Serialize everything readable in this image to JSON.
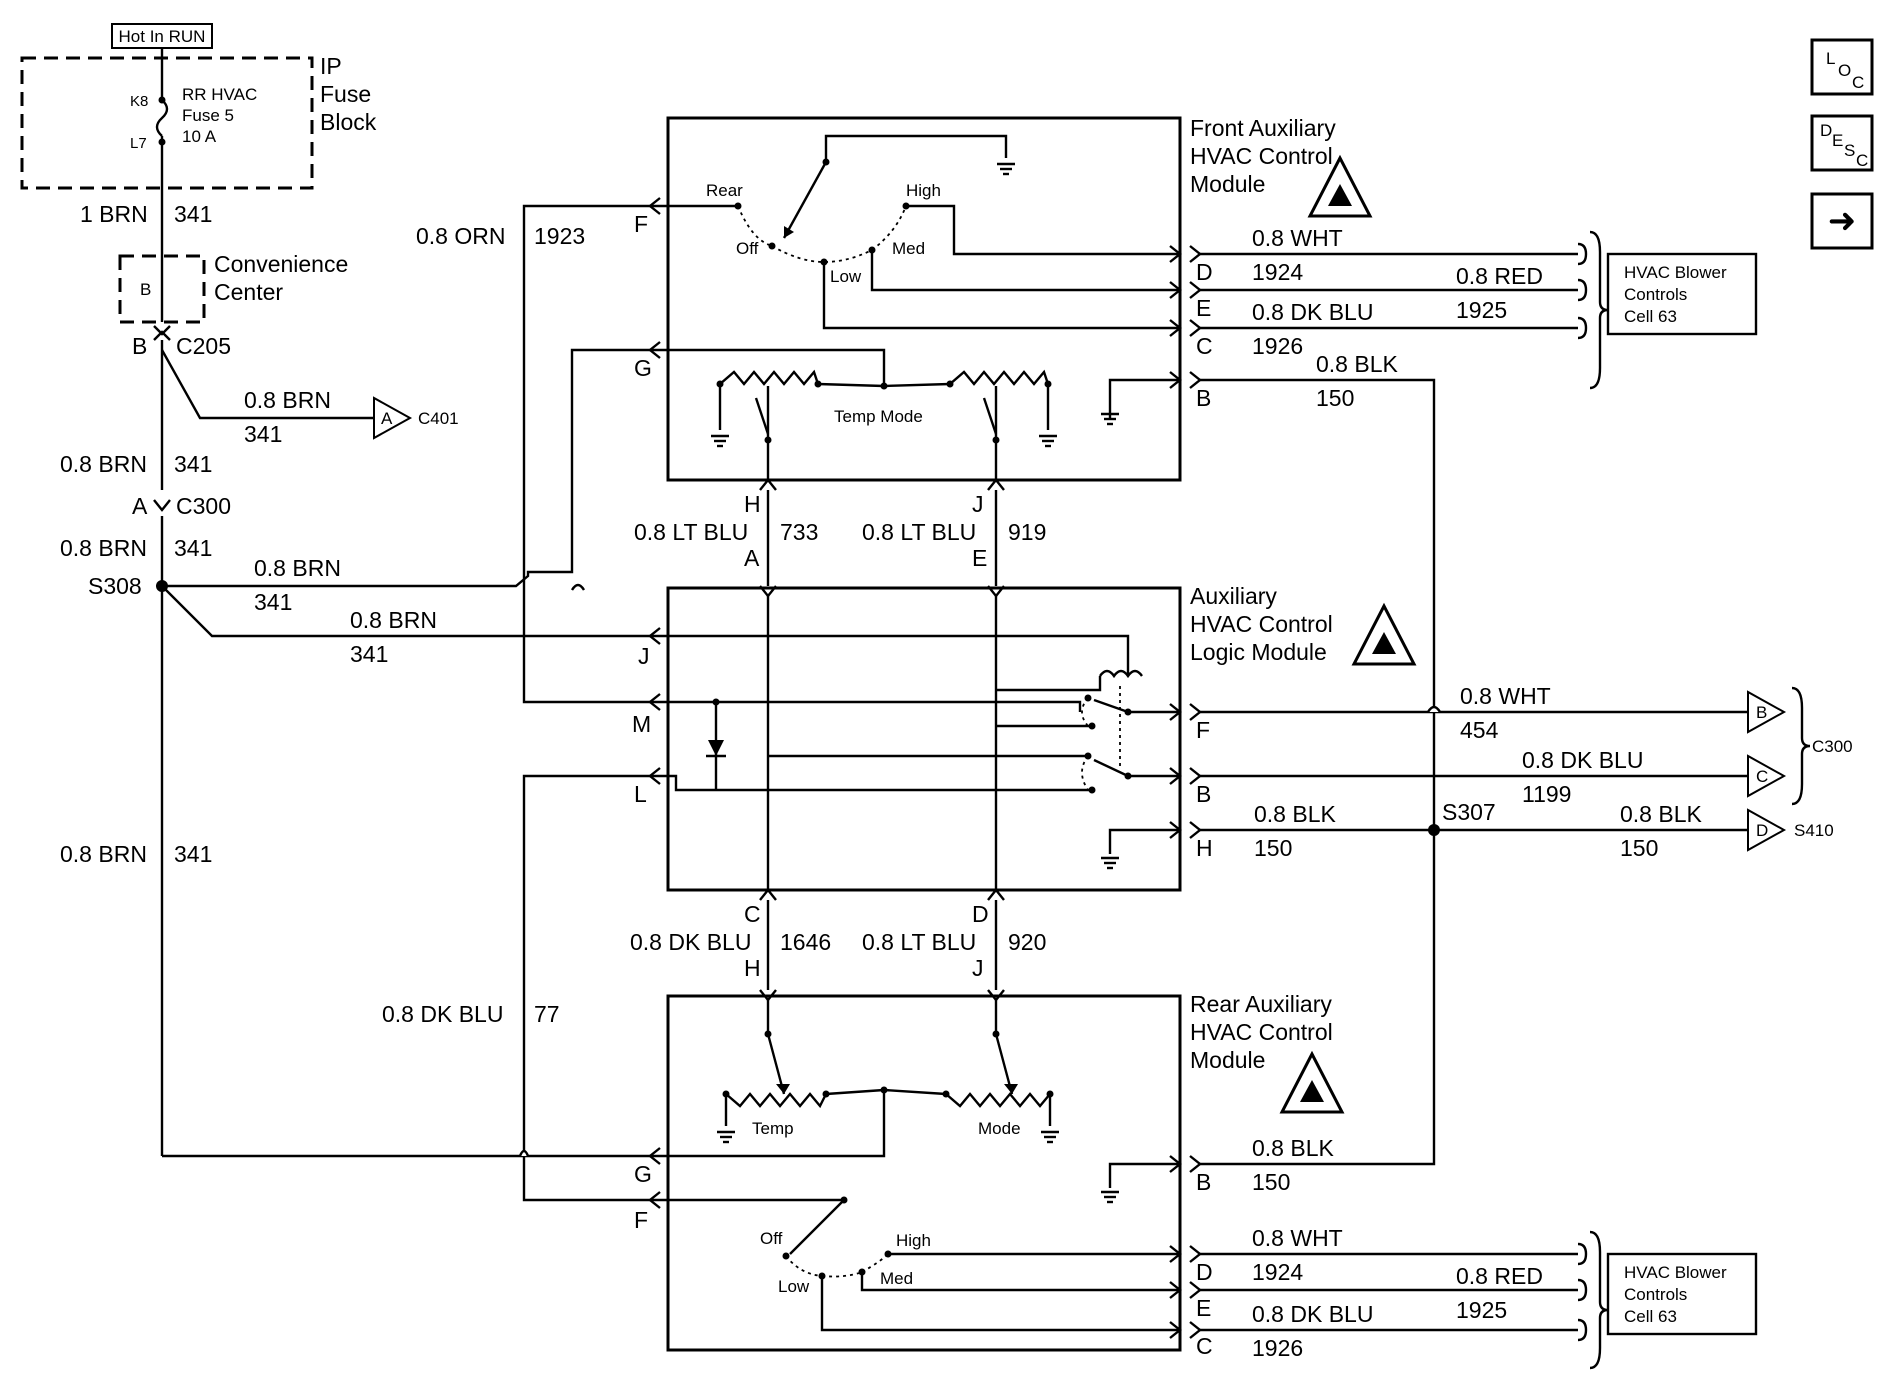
{
  "hot_in_run": "Hot In RUN",
  "fuse_block": {
    "title_lines": [
      "IP",
      "Fuse",
      "Block"
    ],
    "fuse_lines": [
      "RR HVAC",
      "Fuse 5",
      "10 A"
    ],
    "pin_k8": "K8",
    "pin_l7": "L7"
  },
  "convenience_center": {
    "title_lines": [
      "Convenience",
      "Center"
    ],
    "pin": "B"
  },
  "left_bus": {
    "w1_gauge": "1 BRN",
    "w1_circuit": "341",
    "c205_pin": "B",
    "c205": "C205",
    "c401_gauge": "0.8 BRN",
    "c401_circuit": "341",
    "c401_pin": "A",
    "c401": "C401",
    "w2_gauge": "0.8 BRN",
    "w2_circuit": "341",
    "c300_pin": "A",
    "c300": "C300",
    "w3_gauge": "0.8 BRN",
    "w3_circuit": "341",
    "splice": "S308",
    "w4_gauge": "0.8 BRN",
    "w4_circuit": "341",
    "w5_gauge": "0.8 BRN",
    "w5_circuit": "341",
    "w6_gauge": "0.8 BRN",
    "w6_circuit": "341"
  },
  "front_module": {
    "title_lines": [
      "Front Auxiliary",
      "HVAC Control",
      "Module"
    ],
    "pin_f": "F",
    "pin_g": "G",
    "pin_d": "D",
    "pin_e": "E",
    "pin_c": "C",
    "pin_b": "B",
    "sw_rear": "Rear",
    "sw_off": "Off",
    "sw_low": "Low",
    "sw_med": "Med",
    "sw_high": "High",
    "temp_mode": "Temp Mode",
    "orn_gauge": "0.8 ORN",
    "orn_circuit": "1923",
    "d_gauge": "0.8 WHT",
    "d_circuit": "1924",
    "e_gauge": "0.8 RED",
    "e_circuit": "1925",
    "c_gauge": "0.8 DK BLU",
    "c_circuit": "1926",
    "b_gauge": "0.8 BLK",
    "b_circuit": "150",
    "blower_ref_lines": [
      "HVAC Blower",
      "Controls",
      "Cell 63"
    ]
  },
  "mid_connectors": {
    "h_pin": "H",
    "h_gauge": "0.8 LT BLU",
    "h_circuit": "733",
    "a_pin": "A",
    "j_pin": "J",
    "j_gauge": "0.8 LT BLU",
    "j_circuit": "919",
    "e_pin": "E",
    "c_pin": "C",
    "c_gauge": "0.8 DK BLU",
    "c_circuit": "1646",
    "h2_pin": "H",
    "d_pin": "D",
    "d_gauge": "0.8 LT BLU",
    "d_circuit": "920",
    "j2_pin": "J"
  },
  "logic_module": {
    "title_lines": [
      "Auxiliary",
      "HVAC Control",
      "Logic Module"
    ],
    "pin_j": "J",
    "pin_m": "M",
    "pin_l": "L",
    "pin_f": "F",
    "pin_b": "B",
    "pin_h": "H",
    "f_gauge": "0.8 WHT",
    "f_circuit": "454",
    "b_gauge": "0.8 DK BLU",
    "b_circuit": "1199",
    "h_gauge": "0.8 BLK",
    "h_circuit": "150",
    "splice": "S307",
    "s410_gauge": "0.8 BLK",
    "s410_circuit": "150",
    "c300_pin_b": "B",
    "c300_pin_c": "C",
    "c300": "C300",
    "s410_pin": "D",
    "s410": "S410"
  },
  "rear_module": {
    "title_lines": [
      "Rear Auxiliary",
      "HVAC Control",
      "Module"
    ],
    "pin_g": "G",
    "pin_f": "F",
    "pin_b": "B",
    "pin_d": "D",
    "pin_e": "E",
    "pin_c": "C",
    "temp": "Temp",
    "mode": "Mode",
    "sw_off": "Off",
    "sw_low": "Low",
    "sw_med": "Med",
    "sw_high": "High",
    "dkblu_gauge": "0.8 DK BLU",
    "dkblu_circuit": "77",
    "b_gauge": "0.8 BLK",
    "b_circuit": "150",
    "d_gauge": "0.8 WHT",
    "d_circuit": "1924",
    "e_gauge": "0.8 RED",
    "e_circuit": "1925",
    "c_gauge": "0.8 DK BLU",
    "c_circuit": "1926",
    "blower_ref_lines": [
      "HVAC Blower",
      "Controls",
      "Cell 63"
    ]
  },
  "nav": {
    "loc_main": "L",
    "loc_sub1": "O",
    "loc_sub2": "C",
    "desc_main": "D",
    "desc_sub1": "E",
    "desc_sub2": "S",
    "desc_sub3": "C",
    "next_arrow": "➜"
  }
}
